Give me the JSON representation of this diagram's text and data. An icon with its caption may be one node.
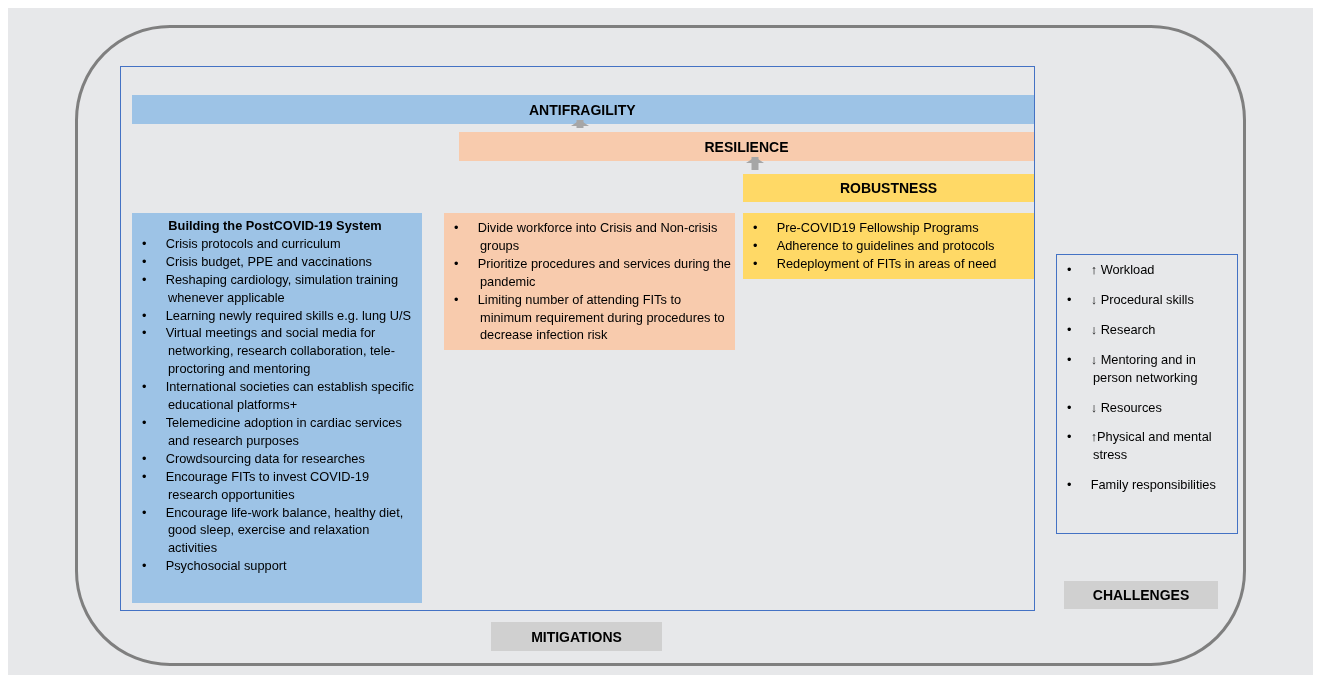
{
  "diagram": {
    "nodes": [
      {
        "text": [],
        "shape": "box"
      },
      {
        "text": [],
        "shape": "box",
        "in": 0
      },
      {
        "text": [
          "ANTIFRAGILITY"
        ],
        "in": 1
      },
      {
        "text": [
          "RESILIENCE"
        ],
        "in": 1
      },
      {
        "text": [
          "ROBUSTNESS"
        ],
        "in": 1
      },
      {
        "text": [
          "Building the PostCOVID-19 System",
          "• Crisis protocols and curriculum",
          "• Crisis budget, PPE and vaccinations",
          "• Reshaping cardiology, simulation training whenever applicable",
          "• Learning newly required skills e.g. lung U/S",
          "• Virtual meetings and social media for networking, research collaboration, tele-proctoring and mentoring",
          "• International societies can establish specific educational platforms+",
          "• Telemedicine adoption in cardiac services and research purposes",
          "• Crowdsourcing data for researches",
          "• Encourage FITs to invest COVID-19 research opportunities",
          "• Encourage life-work balance, healthy diet, good sleep, exercise and relaxation activities",
          "• Psychosocial support"
        ],
        "in": 1
      },
      {
        "text": [
          "• Divide workforce into Crisis and Non-crisis groups",
          "• Prioritize procedures and services during the pandemic",
          "• Limiting number of attending FITs to minimum requirement during procedures to decrease infection risk"
        ],
        "in": 1
      },
      {
        "text": [
          "• Pre-COVID19 Fellowship Programs",
          "• Adherence to guidelines and protocols",
          "• Redeployment of FITs in areas of need"
        ],
        "in": 1
      },
      {
        "text": [
          "• ↑ Workload",
          "• ↓ Procedural skills",
          "• ↓ Research",
          "• ↓ Mentoring and in person networking",
          "• ↓ Resources",
          "• ↑Physical and mental stress",
          "• Family responsibilities"
        ],
        "in": 0
      },
      {
        "text": [
          "MITIGATIONS"
        ],
        "in": 0
      },
      {
        "text": [
          "CHALLENGES"
        ],
        "in": 0
      }
    ],
    "edges": [
      {
        "from": 3,
        "to": 2,
        "arrow": "to"
      },
      {
        "from": 4,
        "to": 3,
        "arrow": "to"
      }
    ]
  }
}
